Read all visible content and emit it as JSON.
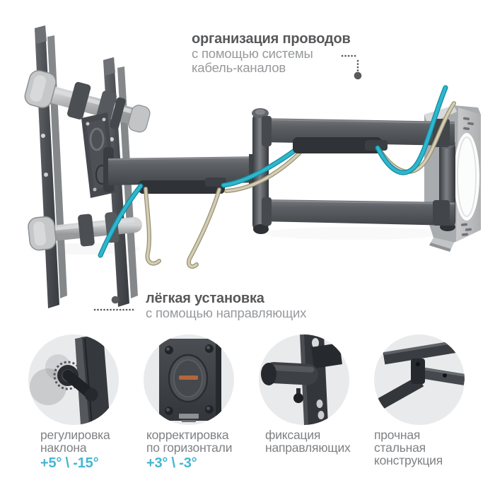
{
  "annotations": {
    "cables": {
      "title": "организация проводов",
      "lines": [
        "с помощью системы",
        "кабель-каналов"
      ]
    },
    "install": {
      "title": "лёгкая установка",
      "lines": [
        "с помощью направляющих"
      ]
    }
  },
  "features": [
    {
      "lines": [
        "регулировка",
        "наклона"
      ],
      "value": "+5° \\ -15°"
    },
    {
      "lines": [
        "корректировка",
        "по горизонтали"
      ],
      "value": "+3° \\ -3°"
    },
    {
      "lines": [
        "фиксация",
        "направляющих"
      ]
    },
    {
      "lines": [
        "прочная",
        "стальная",
        "конструкция"
      ]
    }
  ],
  "colors": {
    "accent_cyan": "#45b6d2",
    "heading_gray": "#57585a",
    "subtext_gray": "#97999c",
    "caption_gray": "#7f8184",
    "leader_gray": "#595a5c",
    "steel_dark": "#4b4e52",
    "steel_light": "#b4b6b8",
    "cable_cyan": "#2eb6cc",
    "cable_beige": "#d4cdb6",
    "circle_bg": "#e9eaec"
  }
}
